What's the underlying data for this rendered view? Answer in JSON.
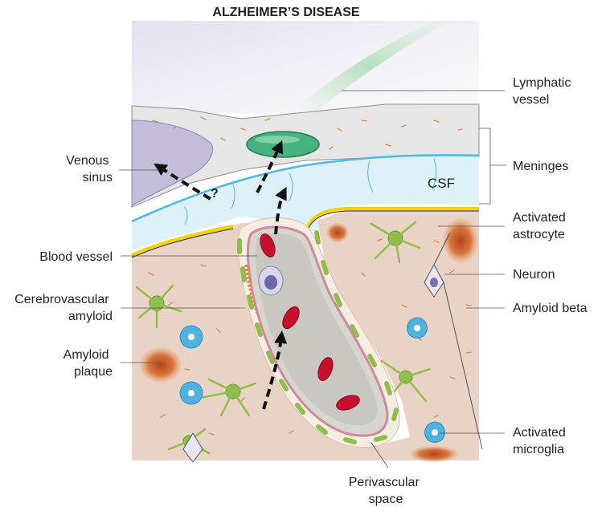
{
  "title": "ALZHEIMER’S DISEASE",
  "labels": {
    "lymphatic_vessel": [
      "Lymphatic",
      "vessel"
    ],
    "venous_sinus": [
      "Venous",
      "sinus"
    ],
    "meninges": "Meninges",
    "csf": "CSF",
    "question_mark": "?",
    "activated_astrocyte": [
      "Activated",
      "astrocyte"
    ],
    "blood_vessel": "Blood vessel",
    "neuron": "Neuron",
    "cerebrovascular_amyloid": [
      "Cerebrovascular",
      "amyloid"
    ],
    "amyloid_beta": "Amyloid beta",
    "amyloid_plaque": [
      "Amyloid",
      "plaque"
    ],
    "activated_microglia": [
      "Activated",
      "microglia"
    ],
    "perivascular_space": [
      "Perivascular",
      "space"
    ]
  },
  "colors": {
    "tissue": "#e9d3c6",
    "csf": "#dff1f8",
    "meninges": "#e4e4e4",
    "lymphatic": "#44b37d",
    "venous_sinus": "#c4bcd9",
    "astrocyte": "#8fbf4a",
    "microglia": "#4fb3e0",
    "red_cell": "#c8102e",
    "plaque": "#c8662a",
    "pia_yellow": "#f3d400",
    "membrane_blue": "#4fb8e8"
  }
}
